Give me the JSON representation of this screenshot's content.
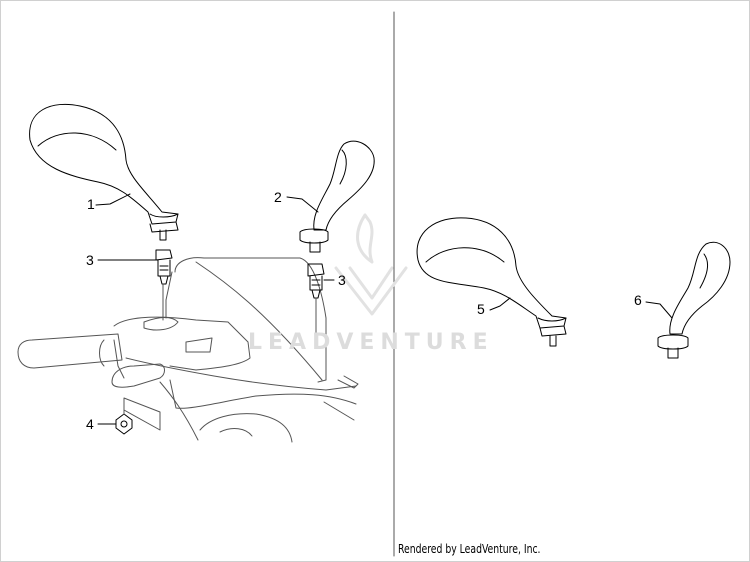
{
  "callouts": {
    "c1": "1",
    "c2": "2",
    "c3a": "3",
    "c3b": "3",
    "c4": "4",
    "c5": "5",
    "c6": "6"
  },
  "watermark": "LEADVENTURE",
  "footer": "Rendered by LeadVenture, Inc."
}
